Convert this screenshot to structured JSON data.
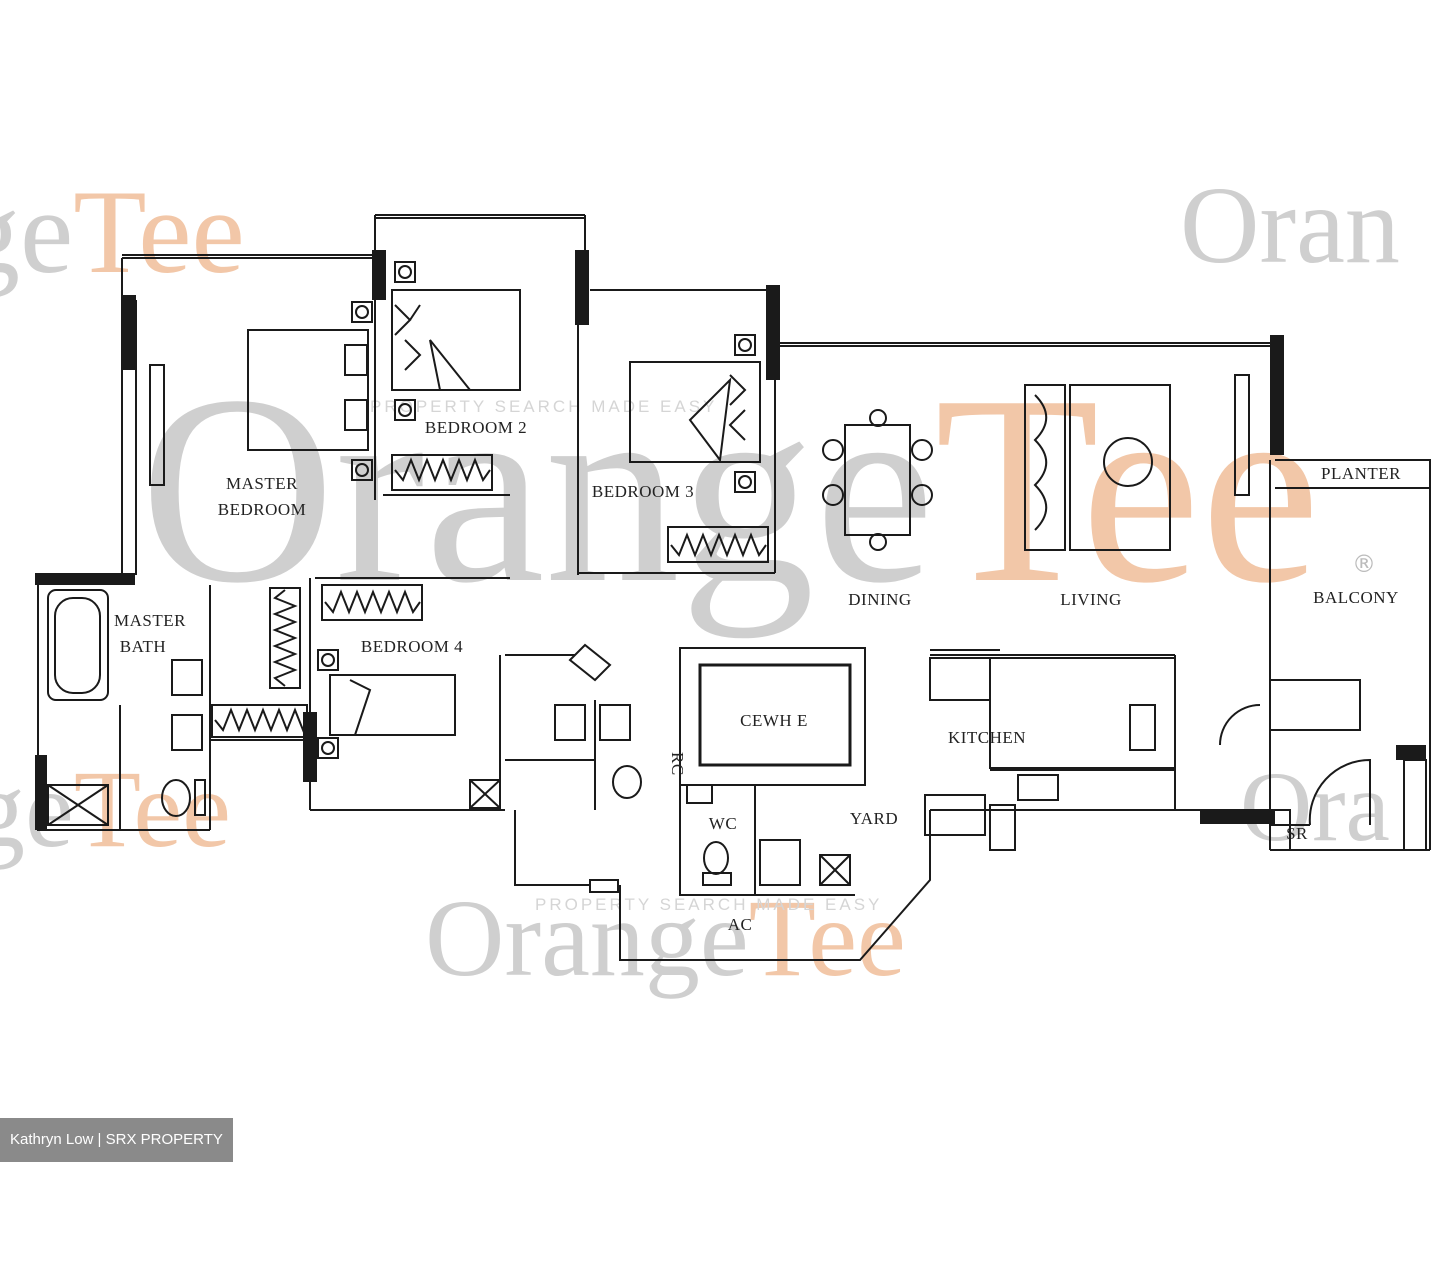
{
  "rooms": {
    "master_bedroom_l1": "MASTER",
    "master_bedroom_l2": "BEDROOM",
    "bedroom2": "BEDROOM 2",
    "bedroom3": "BEDROOM 3",
    "bedroom4": "BEDROOM 4",
    "master_bath_l1": "MASTER",
    "master_bath_l2": "BATH",
    "dining": "DINING",
    "living": "LIVING",
    "planter": "PLANTER",
    "balcony": "BALCONY",
    "kitchen": "KITCHEN",
    "yard": "YARD",
    "wc": "WC",
    "ac": "AC",
    "sr": "SR",
    "cabinet_label": "CEWH E",
    "rc_label": "RC"
  },
  "watermark": {
    "brand_part1": "Orange",
    "brand_part2": "Tee",
    "tagline": "PROPERTY SEARCH MADE EASY",
    "registered": "®"
  },
  "credit": "Kathryn Low | SRX PROPERTY"
}
